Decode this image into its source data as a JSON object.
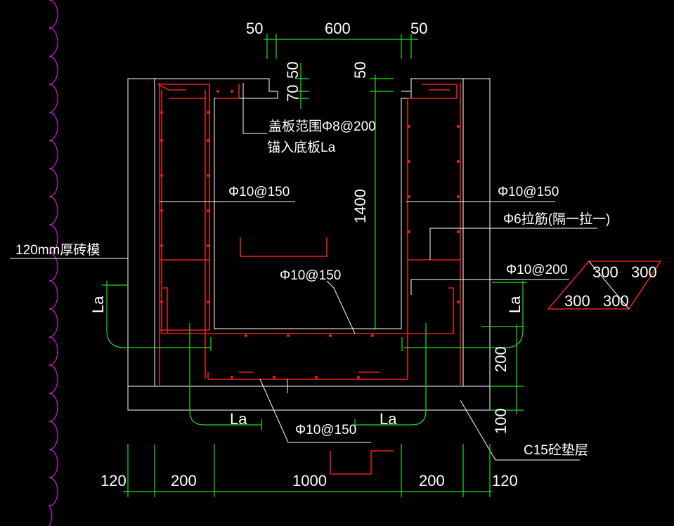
{
  "dimensions": {
    "top_left_50": "50",
    "top_600": "600",
    "top_right_50": "50",
    "cover_50_left": "50",
    "cover_70": "70",
    "cover_50_right": "50",
    "depth_1400": "1400",
    "right_200": "200",
    "right_100": "100",
    "bottom_120_left": "120",
    "bottom_200_left": "200",
    "bottom_1000": "1000",
    "bottom_200_right": "200",
    "bottom_120_right": "120"
  },
  "labels": {
    "cover_rebar": "盖板范围Φ8@200",
    "anchor_bottom": "锚入底板La",
    "left_wall_rebar": "Φ10@150",
    "right_wall_rebar": "Φ10@150",
    "tie_bar": "Φ6拉筋(隔一拉一)",
    "brick_mold": "120mm厚砖模",
    "slab_rebar_top": "Φ10@150",
    "slab_rebar_bottom": "Φ10@150",
    "right_dist_rebar": "Φ10@200",
    "cushion": "C15砼垫层",
    "la_left_vertical": "La",
    "la_right_vertical": "La",
    "la_bottom_left": "La",
    "la_bottom_right": "La"
  },
  "legend": {
    "top_left": "300",
    "top_right": "300",
    "bottom_left": "300",
    "bottom_right": "300"
  },
  "colors": {
    "background": "#000000",
    "outline": "#ffffff",
    "rebar": "#e62020",
    "dimension": "#22dd22",
    "border": "#d020d0"
  }
}
